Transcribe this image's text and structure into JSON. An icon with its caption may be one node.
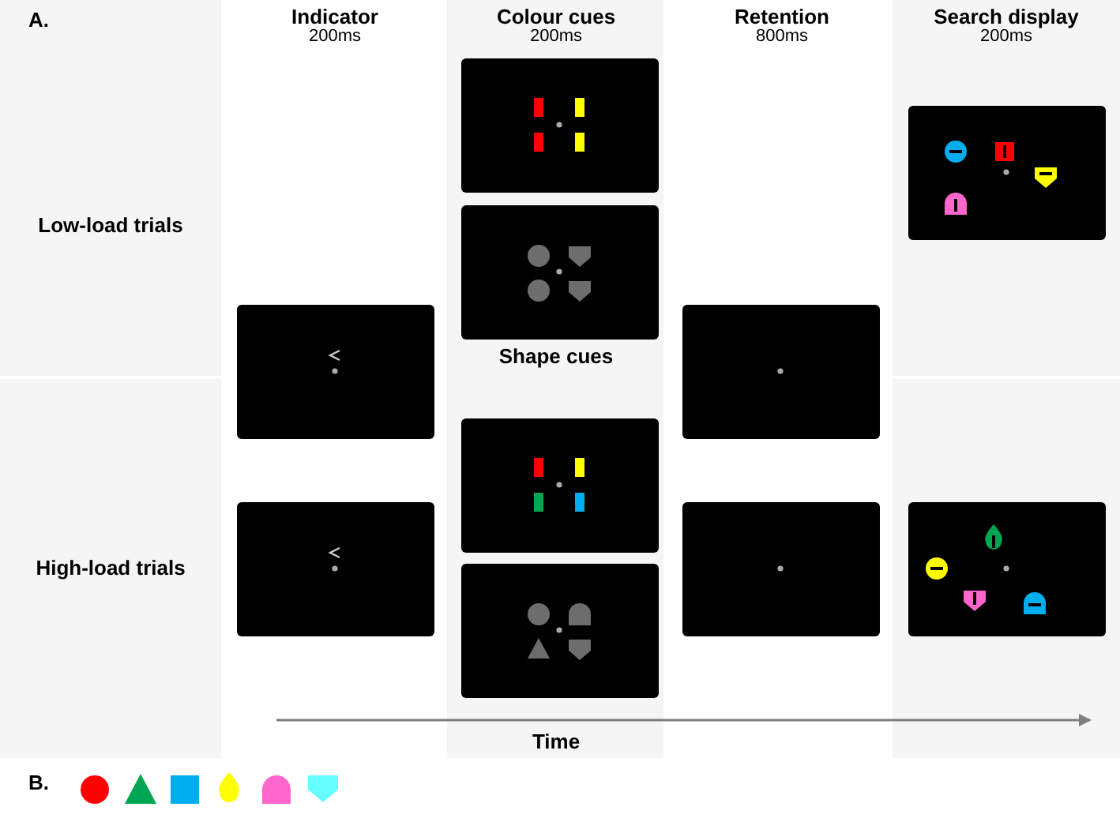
{
  "diagram": {
    "labels": [
      "A.",
      "Indicator",
      "200ms",
      "Colour cues",
      "200ms",
      "Retention",
      "800ms",
      "Search display",
      "200ms",
      "Low-load trials",
      "Shape cues",
      "High-load trials",
      "Time",
      "B."
    ]
  }
}
